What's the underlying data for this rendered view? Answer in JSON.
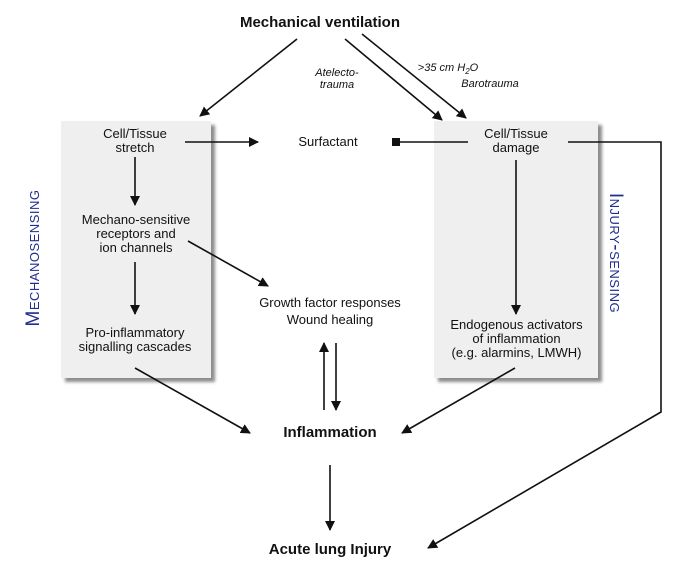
{
  "title": "Mechanical ventilation",
  "labels": {
    "atelectotrauma_1": "Atelecto-",
    "atelectotrauma_2": "trauma",
    "pressure": ">35 cm H",
    "pressure_sub": "2",
    "pressure_unit": "O",
    "barotrauma": "Barotrauma"
  },
  "left_panel": {
    "side_label": "Mechanosensing",
    "stretch": [
      "Cell/Tissue",
      "stretch"
    ],
    "receptors": [
      "Mechano-sensitive",
      "receptors and",
      "ion channels"
    ],
    "cascades": [
      "Pro-inflammatory",
      "signalling cascades"
    ]
  },
  "right_panel": {
    "side_label": "Injury-sensing",
    "damage": [
      "Cell/Tissue",
      "damage"
    ],
    "activators": [
      "Endogenous activators",
      "of inflammation",
      "(e.g. alarmins, LMWH)"
    ]
  },
  "center": {
    "surfactant": "Surfactant",
    "growth": [
      "Growth factor responses",
      "Wound healing"
    ],
    "inflammation": "Inflammation",
    "injury": "Acute lung Injury"
  }
}
